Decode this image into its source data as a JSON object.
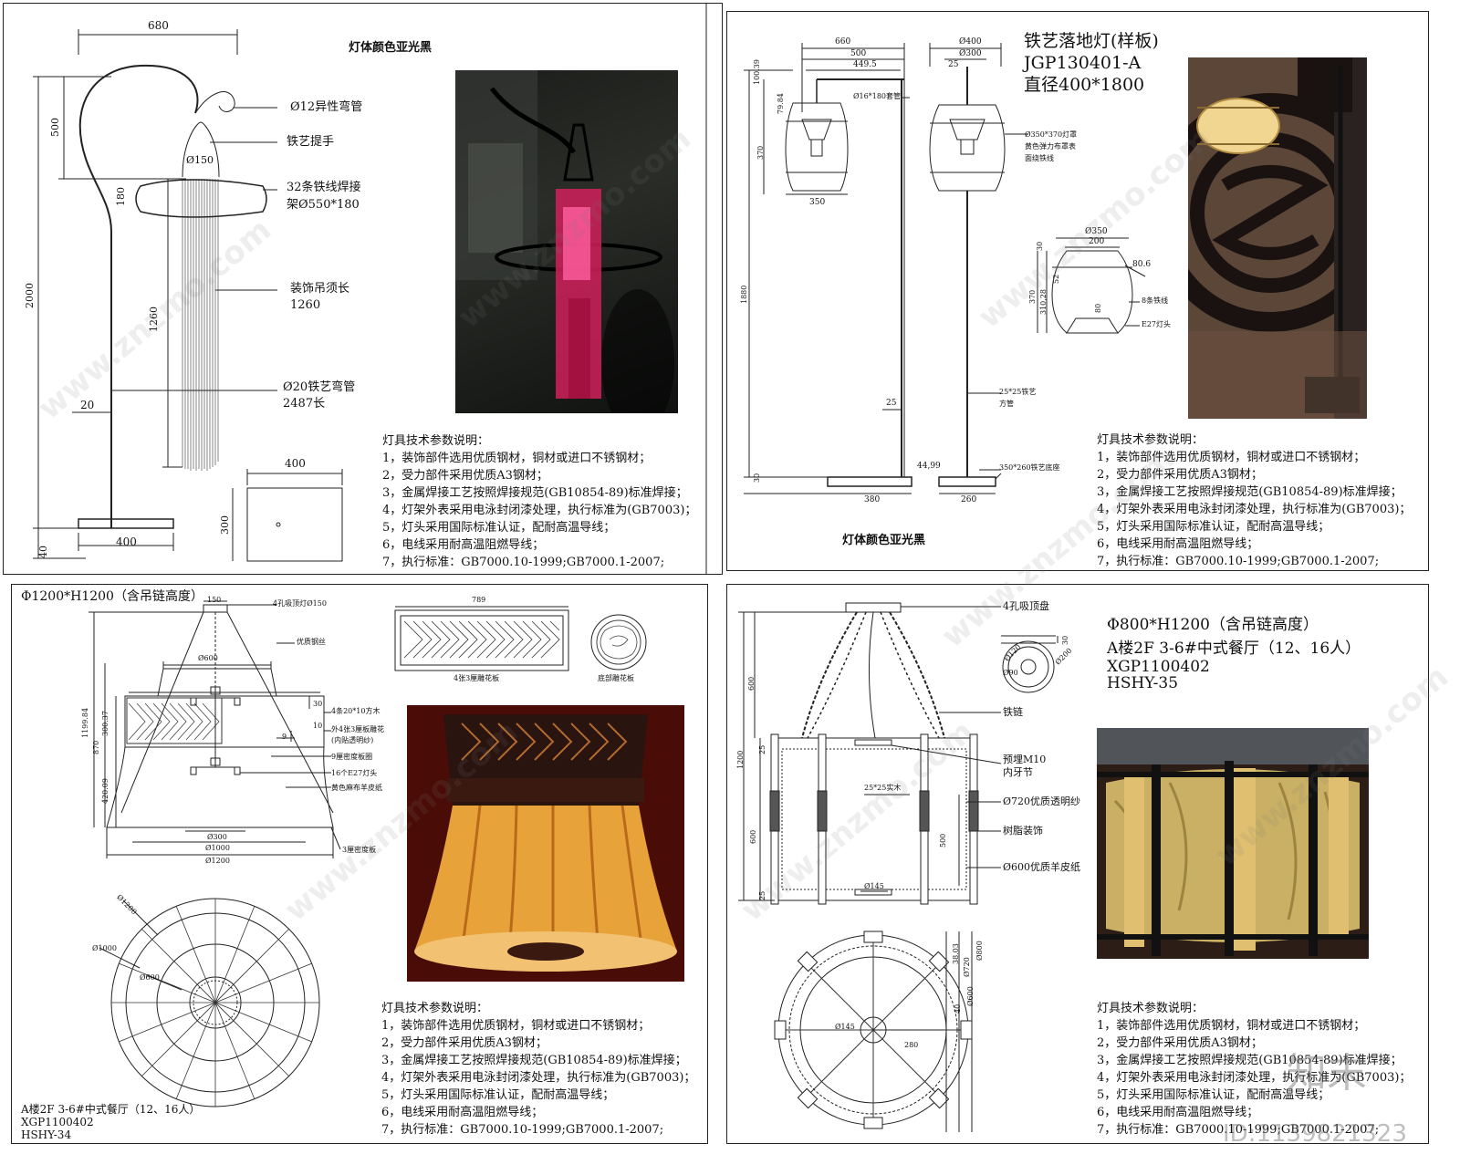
{
  "panel1": {
    "color_note": "灯体颜色亚光黑",
    "dims": {
      "w680": "680",
      "h500": "500",
      "h2000": "2000",
      "d150": "Ø150",
      "h180": "180",
      "h1260": "1260",
      "w20": "20",
      "w400": "400",
      "h40": "40",
      "box400": "400",
      "box300": "300"
    },
    "callouts": [
      "Ø12异性弯管",
      "铁艺提手",
      "32条铁线焊接",
      "架Ø550*180",
      "装饰吊须长",
      "1260",
      "Ø20铁艺弯管",
      "2487长"
    ]
  },
  "panel2": {
    "title": "铁艺落地灯(样板)",
    "code": "JGP130401-A",
    "size": "直径400*1800",
    "color_note": "灯体颜色亚光黑",
    "dims": {
      "d660": "660",
      "d500": "500",
      "d449": "449.5",
      "d400": "Ø400",
      "d300": "Ø300",
      "d25": "25",
      "h100": "100.39",
      "h79": "79.84",
      "h370": "370",
      "w350": "350",
      "h1880": "1880",
      "w25b": "25",
      "h30": "30",
      "w380": "380",
      "w44": "44,99",
      "w260": "260",
      "d350": "Ø350",
      "d200": "200",
      "h30b": "30",
      "d80": "80.6",
      "h370b": "370",
      "h310": "310,28",
      "h52": "52",
      "h80": "80"
    },
    "callouts": [
      "Ø16*180套管",
      "Ø350*370灯罩",
      "黄色弹力布罩表",
      "面绕铁线",
      "8条铁线",
      "E27灯头",
      "25*25铁艺",
      "方管",
      "350*260铁艺底座"
    ]
  },
  "panel3": {
    "spec": "Φ1200*H1200（含吊链高度）",
    "dims": {
      "d150": "150",
      "d600": "Ø600",
      "h1199": "1199.84",
      "h870": "870",
      "h300": "300.37",
      "h420": "420.09",
      "h30": "30",
      "h10": "10",
      "h9": "9",
      "d300": "Ø300",
      "d1000": "Ø1000",
      "d1200": "Ø1200",
      "w789": "789",
      "c1200": "Ø1200",
      "c1000": "Ø1000",
      "c600": "Ø600"
    },
    "callouts": [
      "4孔吸顶灯Ø150",
      "优质钢丝",
      "4条20*10方木",
      "外4张3厘板雕花",
      "(内贴透明纱)",
      "9厘密度板圈",
      "16个E27灯头",
      "黄色麻布羊皮纸",
      "3厘密度板",
      "4张3厘雕花板",
      "底部雕花板"
    ],
    "project": [
      "A楼2F 3-6#中式餐厅（12、16人）",
      "XGP1100402",
      "HSHY-34"
    ]
  },
  "panel4": {
    "spec": "Φ800*H1200（含吊链高度）",
    "project": [
      "A楼2F 3-6#中式餐厅（12、16人）",
      "XGP1100402",
      "HSHY-35"
    ],
    "dims": {
      "h600": "600",
      "h1200": "1200",
      "h25a": "25",
      "h600b": "600",
      "h25b": "25",
      "h500": "500",
      "h30": "30",
      "d120": "Ø120",
      "d200": "Ø200",
      "d90": "Ø90",
      "w25": "25*25实木",
      "d145": "Ø145",
      "c145": "Ø145",
      "w280": "280",
      "c38": "38.03",
      "c720": "Ø720",
      "c600": "Ø600",
      "c800": "Ø800",
      "c40": "40"
    },
    "callouts": [
      "4孔吸顶盘",
      "铁链",
      "预埋M10",
      "内牙节",
      "Ø720优质透明纱",
      "树脂装饰",
      "Ø600优质羊皮纸"
    ]
  },
  "notes": {
    "title": "灯具技术参数说明：",
    "items": [
      "1，装饰部件选用优质钢材，铜材或进口不锈钢材；",
      "2，受力部件采用优质A3钢材；",
      "3，金属焊接工艺按照焊接规范(GB10854-89)标准焊接；",
      "4，灯架外表采用电泳封闭漆处理，执行标准为(GB7003)；",
      "5，灯头采用国际标准认证，配耐高温导线；",
      "6，电线采用耐高温阻燃导线；",
      "7，执行标准：GB7000.10-1999;GB7000.1-2007;"
    ]
  },
  "brand": {
    "logo": "知末",
    "id": "ID:1139821323"
  },
  "colors": {
    "line": "#222222",
    "lamp_red": "#d0205c",
    "lamp_amber": "#e8a23a",
    "lamp_silk": "#c9b064"
  }
}
